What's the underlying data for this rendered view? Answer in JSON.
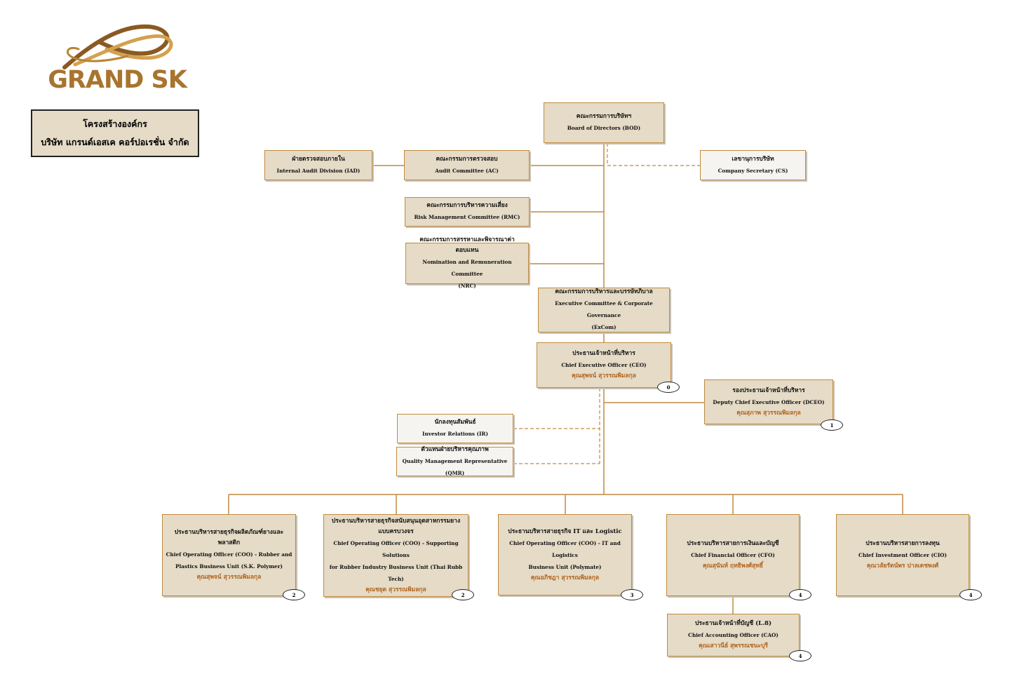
{
  "logo": {
    "text": "GRAND SK",
    "color": "#a8742e"
  },
  "title": {
    "line1": "โครงสร้างองค์กร",
    "line2": "บริษัท แกรนด์เอสเค คอร์ปอเรชั่น จำกัด"
  },
  "colors": {
    "box_fill": "#e5dbc6",
    "box_border": "#c08a3e",
    "name_text": "#b0621c",
    "connector": "#c08a3e"
  },
  "nodes": {
    "bod": {
      "th": "คณะกรรมการบริษัทฯ",
      "en": "Board of Directors (BOD)"
    },
    "iad": {
      "th": "ฝ่ายตรวจสอบภายใน",
      "en": "Internal Audit Division (IAD)"
    },
    "ac": {
      "th": "คณะกรรมการตรวจสอบ",
      "en": "Audit Committee (AC)"
    },
    "cs": {
      "th": "เลขานุการบริษัท",
      "en": "Company Secretary (CS)"
    },
    "rmc": {
      "th": "คณะกรรมการบริหารความเสี่ยง",
      "en": "Risk Management Committee (RMC)"
    },
    "nrc": {
      "th": "คณะกรรมการสรรหาและพิจารณาค่าตอบแทน",
      "en1": "Nomination and Remuneration Committee",
      "en2": "(NRC)"
    },
    "excom": {
      "th": "คณะกรรมการบริหารและบรรษัทภิบาล",
      "en1": "Executive Committee & Corporate Governance",
      "en2": "(ExCom)"
    },
    "ceo": {
      "th": "ประธานเจ้าหน้าที่บริหาร",
      "en": "Chief Executive Officer (CEO)",
      "name": "คุณสุพจน์ สุวรรณพิมลกุล",
      "badge": "0"
    },
    "dceo": {
      "th": "รองประธานเจ้าหน้าที่บริหาร",
      "en": "Deputy Chief Executive Officer (DCEO)",
      "name": "คุณสุภาพ สุวรรณพิมลกุล",
      "badge": "1"
    },
    "ir": {
      "th": "นักลงทุนสัมพันธ์",
      "en": "Investor Relations (IR)"
    },
    "qmr": {
      "th": "ตัวแทนฝ่ายบริหารคุณภาพ",
      "en": "Quality Management Representative (QMR)"
    },
    "coo1": {
      "th": "ประธานบริหารสายธุรกิจผลิตภัณฑ์ยางและพลาสติก",
      "en1": "Chief Operating Officer (COO) - Rubber and",
      "en2": "Plastics Business Unit (S.K. Polymer)",
      "name": "คุณสุพจน์ สุวรรณพิมลกุล",
      "badge": "2"
    },
    "coo2": {
      "th1": "ประธานบริหารสายธุรกิจสนับสนุนอุตสาหกรรมยาง",
      "th2": "แบบครบวงจร",
      "en1": "Chief Operating Officer (COO) - Supporting Solutions",
      "en2": "for Rubber Industry Business Unit (Thai Rubb Tech)",
      "name": "คุณชยุต  สุวรรณพิมลกุล",
      "badge": "2"
    },
    "coo3": {
      "th": "ประธานบริหารสายธุรกิจ IT และ Logistic",
      "en1": "Chief Operating Officer (COO) - IT and Logistics",
      "en2": "Business Unit (Polymate)",
      "name": "คุณอภิชฎา  สุวรรณพิมลกุล",
      "badge": "3"
    },
    "cfo": {
      "th": "ประธานบริหารสายการเงินและบัญชี",
      "en": "Chief Financial Officer (CFO)",
      "name": "คุณสุนันท์ ฤทธิพงศ์สุทธิ์",
      "badge": "4"
    },
    "cio": {
      "th": "ประธานบริหารสายการลงทุน",
      "en": "Chief Investment Officer (CIO)",
      "name": "คุณวลัยรัตน์พร ปาลเดชพงศ์",
      "badge": "4"
    },
    "cao": {
      "th": "ประธานเจ้าหน้าที่บัญชี (L.8)",
      "en": "Chief Accounting Officer (CAO)",
      "name": "คุณเสาวนีย์ สุพรรณชนะบุรี",
      "badge": "4"
    }
  }
}
